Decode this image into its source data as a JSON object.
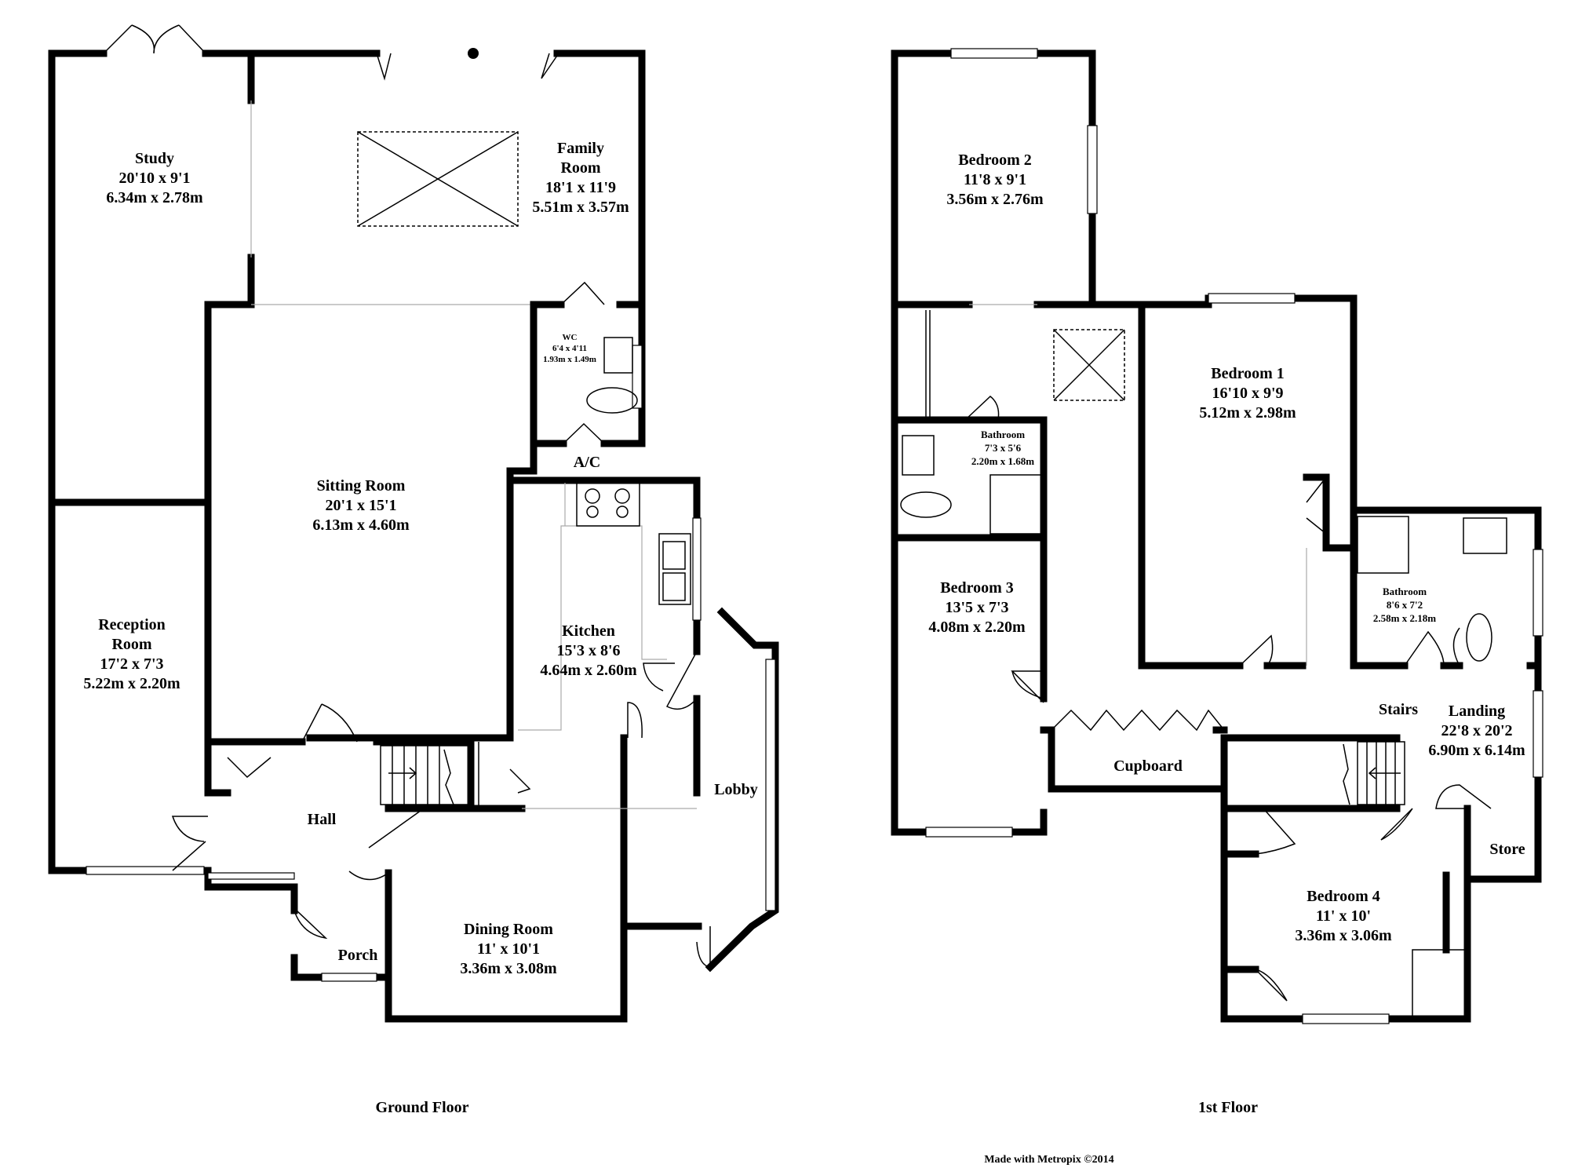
{
  "ground_floor": {
    "caption": "Ground Floor",
    "rooms": {
      "study": {
        "name": "Study",
        "size_imperial": "20'10 x 9'1",
        "size_metric": "6.34m x 2.78m"
      },
      "family_room": {
        "name_line1": "Family",
        "name_line2": "Room",
        "size_imperial": "18'1 x 11'9",
        "size_metric": "5.51m x 3.57m"
      },
      "wc": {
        "name": "WC",
        "size_imperial": "6'4 x 4'11",
        "size_metric": "1.93m x 1.49m"
      },
      "ac": {
        "name": "A/C"
      },
      "sitting_room": {
        "name": "Sitting Room",
        "size_imperial": "20'1 x 15'1",
        "size_metric": "6.13m x 4.60m"
      },
      "reception_room": {
        "name_line1": "Reception",
        "name_line2": "Room",
        "size_imperial": "17'2 x 7'3",
        "size_metric": "5.22m x 2.20m"
      },
      "kitchen": {
        "name": "Kitchen",
        "size_imperial": "15'3 x 8'6",
        "size_metric": "4.64m x 2.60m"
      },
      "lobby": {
        "name": "Lobby"
      },
      "hall": {
        "name": "Hall"
      },
      "porch": {
        "name": "Porch"
      },
      "dining_room": {
        "name": "Dining Room",
        "size_imperial": "11' x 10'1",
        "size_metric": "3.36m x 3.08m"
      }
    }
  },
  "first_floor": {
    "caption": "1st Floor",
    "rooms": {
      "bedroom2": {
        "name": "Bedroom 2",
        "size_imperial": "11'8 x 9'1",
        "size_metric": "3.56m x 2.76m"
      },
      "bedroom1": {
        "name": "Bedroom 1",
        "size_imperial": "16'10 x 9'9",
        "size_metric": "5.12m x 2.98m"
      },
      "bathroom_main": {
        "name": "Bathroom",
        "size_imperial": "7'3 x 5'6",
        "size_metric": "2.20m x 1.68m"
      },
      "bedroom3": {
        "name": "Bedroom 3",
        "size_imperial": "13'5 x 7'3",
        "size_metric": "4.08m x 2.20m"
      },
      "bathroom_ensuite": {
        "name": "Bathroom",
        "size_imperial": "8'6 x 7'2",
        "size_metric": "2.58m x 2.18m"
      },
      "stairs": {
        "name": "Stairs"
      },
      "landing": {
        "name": "Landing",
        "size_imperial": "22'8 x 20'2",
        "size_metric": "6.90m x 6.14m"
      },
      "cupboard": {
        "name": "Cupboard"
      },
      "store": {
        "name": "Store"
      },
      "bedroom4": {
        "name": "Bedroom 4",
        "size_imperial": "11' x 10'",
        "size_metric": "3.36m x 3.06m"
      }
    }
  },
  "footer": {
    "credit": "Made with Metropix ©2014"
  }
}
